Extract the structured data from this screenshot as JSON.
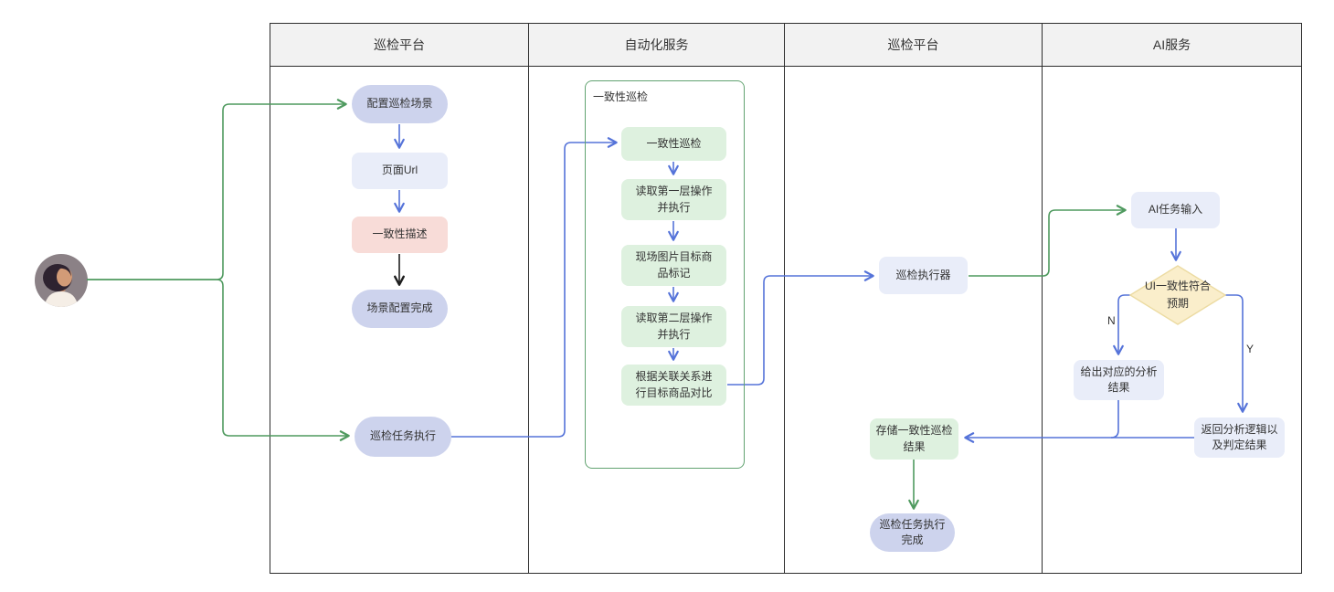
{
  "header": {
    "lanes": [
      "巡检平台",
      "自动化服务",
      "巡检平台",
      "AI服务"
    ]
  },
  "nodes": {
    "configure_scene": "配置巡检场景",
    "page_url": "页面Url",
    "consistency_desc": "一致性描述",
    "scene_done": "场景配置完成",
    "task_exec": "巡检任务执行",
    "consistency_check": "一致性巡检",
    "read_layer1": "读取第一层操作并执行",
    "mark_product": "现场图片目标商品标记",
    "read_layer2": "读取第二层操作并执行",
    "compare_product": "根据关联关系进行目标商品对比",
    "inspector": "巡检执行器",
    "store_result": "存储一致性巡检结果",
    "task_done": "巡检任务执行完成",
    "ai_input": "AI任务输入",
    "decision": "UI一致性符合预期",
    "analysis_result": "给出对应的分析结果",
    "return_logic": "返回分析逻辑以及判定结果"
  },
  "group": {
    "label": "一致性巡检"
  },
  "branch_labels": {
    "no": "N",
    "yes": "Y"
  },
  "colors": {
    "lane_border": "#2d2d2d",
    "lane_header_bg": "#f2f2f2",
    "node_lavender": "#cdd3ed",
    "node_light_lavender": "#e9edf9",
    "node_pink": "#f8dcd8",
    "node_green": "#def1df",
    "group_border": "#62a371",
    "diamond_fill": "#faeecb",
    "diamond_border": "#ecdba2",
    "arrow_green": "#4f9a5f",
    "arrow_blue": "#5573d9",
    "arrow_black": "#1f1f1f"
  }
}
